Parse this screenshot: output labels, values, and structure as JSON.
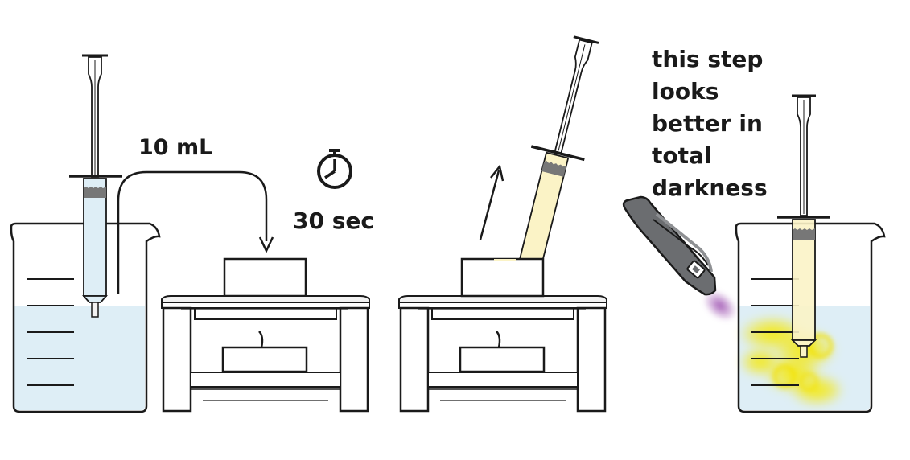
{
  "labels": {
    "volume": "10 mL",
    "time": "30 sec",
    "note_lines": [
      "this step",
      "looks",
      "better in",
      "total",
      "darkness"
    ]
  },
  "icons": {
    "timer": "stopwatch-icon",
    "direction": "up-arrow-icon",
    "transfer": "curved-arrow-icon"
  },
  "colors": {
    "water": "#deeef6",
    "yellow_solution": "#fbf3c6",
    "glow": "#f5e400",
    "uv_light": "#a05ab4",
    "torch_body": "#6b6d70",
    "outline": "#1a1a1a"
  }
}
